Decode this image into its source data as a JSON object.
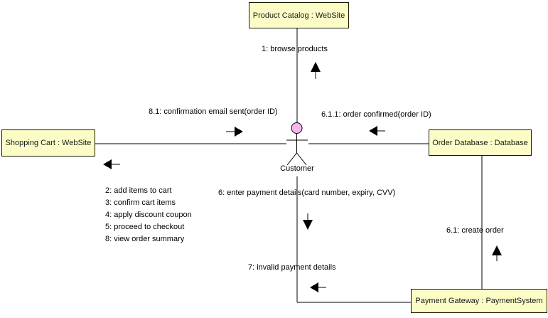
{
  "diagram_type": "uml-communication-diagram",
  "objects": {
    "product_catalog": {
      "label": "Product Catalog : WebSite"
    },
    "shopping_cart": {
      "label": "Shopping Cart : WebSite"
    },
    "order_database": {
      "label": "Order Database : Database"
    },
    "payment_gateway": {
      "label": "Payment Gateway : PaymentSystem"
    }
  },
  "actor": {
    "label": "Customer"
  },
  "messages": {
    "browse": {
      "label": "1: browse products",
      "direction": "up"
    },
    "cart_group": {
      "direction": "left",
      "lines": [
        "2: add items to cart",
        "3: confirm cart items",
        "4: apply discount coupon",
        "5: proceed to checkout",
        "8: view order summary"
      ]
    },
    "confirmation_email": {
      "label": "8.1: confirmation email sent(order ID)",
      "direction": "right"
    },
    "order_confirmed": {
      "label": "6.1.1: order confirmed(order ID)",
      "direction": "left"
    },
    "enter_payment": {
      "label": "6: enter payment details(card number, expiry, CVV)",
      "direction": "down"
    },
    "invalid_payment": {
      "label": "7: invalid payment details",
      "direction": "left"
    },
    "create_order": {
      "label": "6.1: create order",
      "direction": "up"
    }
  },
  "colors": {
    "object_fill": "#FCFCC6",
    "object_border": "#1A1A00",
    "actor_head": "#F8B6F0",
    "line": "#000000",
    "text": "#1A1A1A"
  }
}
